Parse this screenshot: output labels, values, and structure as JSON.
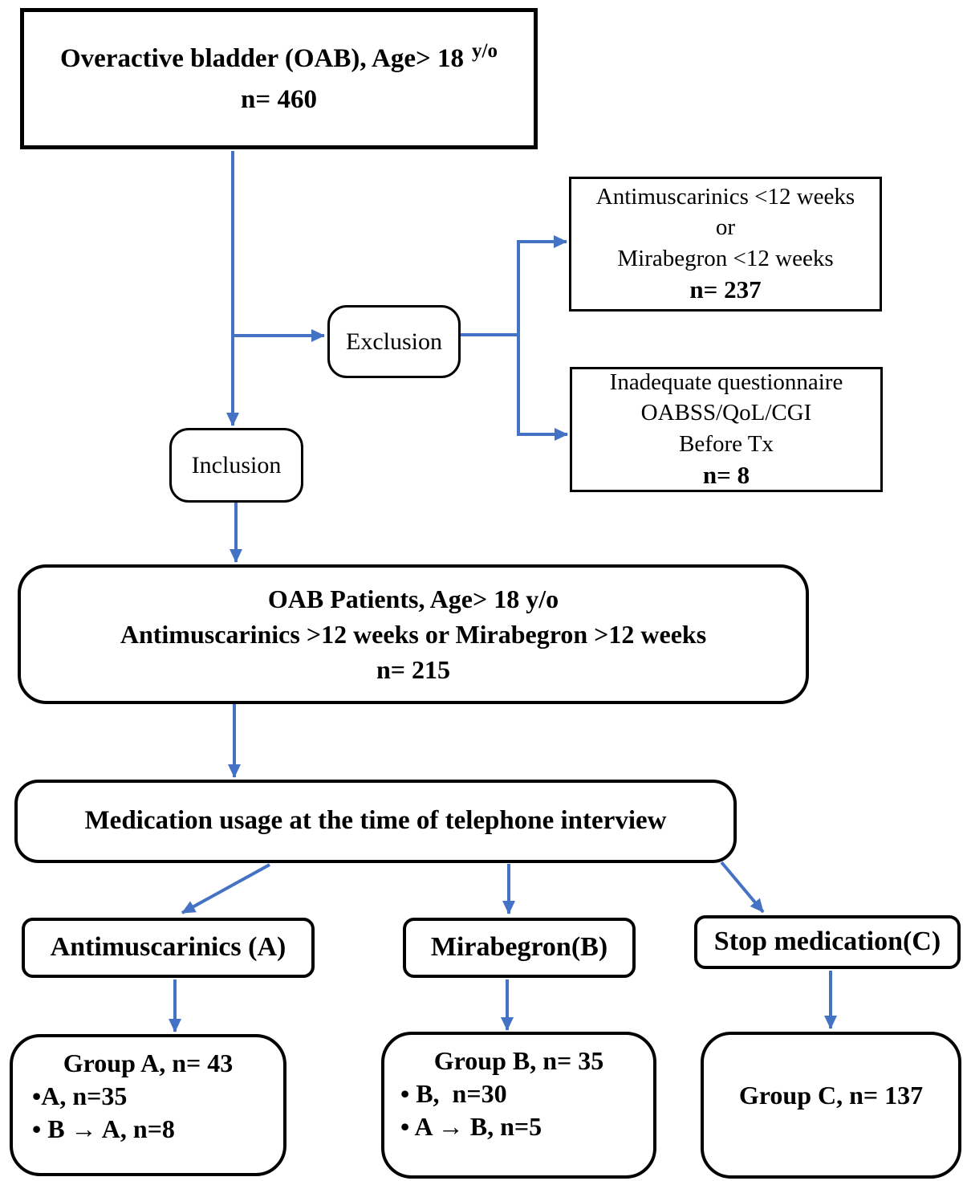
{
  "colors": {
    "arrow_blue": "#4472C4",
    "box_border": "#000000",
    "background": "#ffffff"
  },
  "boxes": {
    "top": {
      "line1_main": "Overactive bladder (OAB), Age> 18",
      "line1_sup": "y/o",
      "line2": "n= 460"
    },
    "exclusion_label": "Exclusion",
    "inclusion_label": "Inclusion",
    "excluded_duration": {
      "line1": "Antimuscarinics <12 weeks",
      "line2": "or",
      "line3": "Mirabegron <12 weeks",
      "n": "n= 237"
    },
    "excluded_questionnaire": {
      "line1": "Inadequate questionnaire",
      "line2": "OABSS/QoL/CGI",
      "line3": "Before Tx",
      "n": "n= 8"
    },
    "included": {
      "line1": "OAB Patients, Age> 18 y/o",
      "line2": "Antimuscarinics >12 weeks or Mirabegron >12 weeks",
      "line3": "n= 215"
    },
    "interview": {
      "line1": "Medication usage at the time of telephone interview"
    },
    "arm_a_label": "Antimuscarinics (A)",
    "arm_b_label": "Mirabegron(B)",
    "arm_c_label": "Stop medication(C)",
    "group_a": {
      "title": "Group A, n= 43",
      "item1": "•A, n=35",
      "item2": "• B → A, n=8"
    },
    "group_b": {
      "title": "Group B, n= 35",
      "item1": "• B,  n=30",
      "item2": "• A → B, n=5"
    },
    "group_c": {
      "title": "Group C, n= 137"
    }
  }
}
